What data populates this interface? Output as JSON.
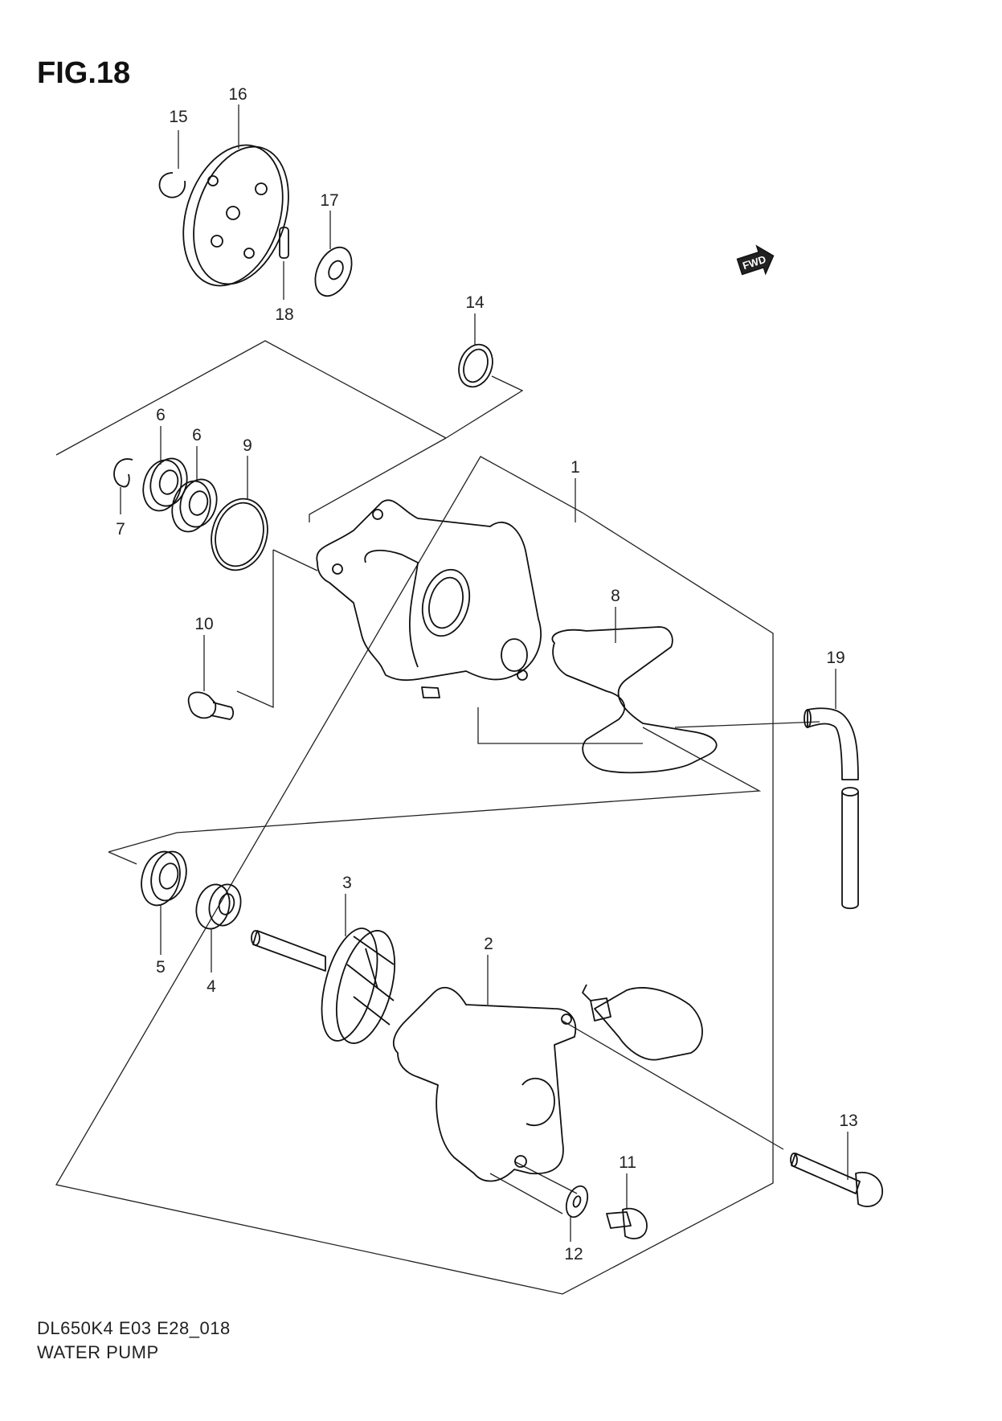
{
  "figure": {
    "title": "FIG.18"
  },
  "footer": {
    "code": "DL650K4 E03 E28_018",
    "name": "WATER PUMP"
  },
  "fwd_label": "FWD",
  "callouts": [
    {
      "id": "15",
      "label": "15"
    },
    {
      "id": "16",
      "label": "16"
    },
    {
      "id": "17",
      "label": "17"
    },
    {
      "id": "18",
      "label": "18"
    },
    {
      "id": "14",
      "label": "14"
    },
    {
      "id": "6a",
      "label": "6"
    },
    {
      "id": "6b",
      "label": "6"
    },
    {
      "id": "9",
      "label": "9"
    },
    {
      "id": "7",
      "label": "7"
    },
    {
      "id": "1",
      "label": "1"
    },
    {
      "id": "8",
      "label": "8"
    },
    {
      "id": "10",
      "label": "10"
    },
    {
      "id": "19",
      "label": "19"
    },
    {
      "id": "3",
      "label": "3"
    },
    {
      "id": "2",
      "label": "2"
    },
    {
      "id": "5",
      "label": "5"
    },
    {
      "id": "4",
      "label": "4"
    },
    {
      "id": "13",
      "label": "13"
    },
    {
      "id": "11",
      "label": "11"
    },
    {
      "id": "12",
      "label": "12"
    }
  ]
}
